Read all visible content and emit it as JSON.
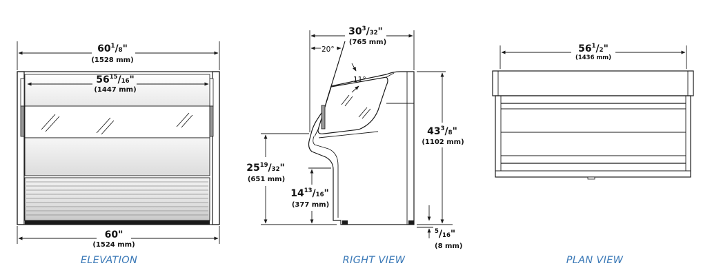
{
  "elevation": {
    "caption": "ELEVATION",
    "overall_width": {
      "whole": "60",
      "sup": "1",
      "sub": "8",
      "mm": "(1528 mm)"
    },
    "inner_width": {
      "whole": "56",
      "sup": "15",
      "sub": "16",
      "mm": "(1447 mm)"
    },
    "base_width": {
      "whole": "60",
      "mm": "(1524 mm)"
    }
  },
  "right_view": {
    "caption": "RIGHT VIEW",
    "depth": {
      "whole": "30",
      "sup": "3",
      "sub": "32",
      "mm": "(765 mm)"
    },
    "height": {
      "whole": "43",
      "sup": "3",
      "sub": "8",
      "mm": "(1102 mm)"
    },
    "counter_height": {
      "whole": "25",
      "sup": "19",
      "sub": "32",
      "mm": "(651 mm)"
    },
    "knee_height": {
      "whole": "14",
      "sup": "13",
      "sub": "16",
      "mm": "(377 mm)"
    },
    "leg_height": {
      "sup": "5",
      "sub": "16",
      "mm": "(8 mm)"
    },
    "angle_glass": "20°",
    "angle_top": "11°"
  },
  "plan_view": {
    "caption": "PLAN VIEW",
    "width": {
      "whole": "56",
      "sup": "1",
      "sub": "2",
      "mm": "(1436 mm)"
    }
  },
  "colors": {
    "caption": "#3b79b7",
    "line": "#1a1a1a",
    "glass_end": "#9a9a9a"
  }
}
